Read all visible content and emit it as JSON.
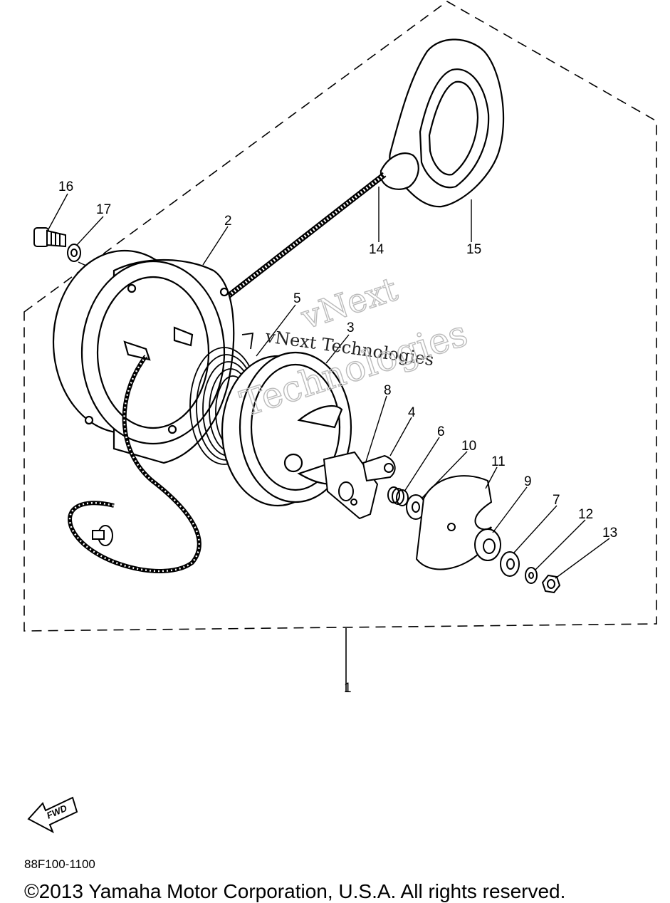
{
  "callouts": {
    "c1": "1",
    "c2": "2",
    "c3": "3",
    "c4": "4",
    "c5": "5",
    "c6": "6",
    "c7": "7",
    "c8": "8",
    "c9": "9",
    "c10": "10",
    "c11": "11",
    "c12": "12",
    "c13": "13",
    "c14": "14",
    "c15": "15",
    "c16": "16",
    "c17": "17"
  },
  "watermark": {
    "line1": "vNext Technologies",
    "line2": "vNext",
    "line3": "Technologies"
  },
  "fwd_label": "FWD",
  "part_code": "88F100-1100",
  "copyright": "©2013 Yamaha Motor Corporation, U.S.A. All rights reserved."
}
